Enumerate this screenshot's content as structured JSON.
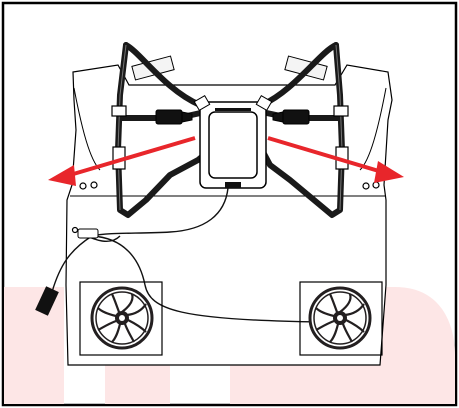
{
  "figure": {
    "description_icons": [
      "vest-outline",
      "harness-straps",
      "battery-pack",
      "cooling-fan",
      "power-cable",
      "arrow-outward"
    ],
    "colors": {
      "frame": "#000000",
      "vest_outline": "#000000",
      "strap": "#1a1a1a",
      "strap_light": "#f2f2f2",
      "arrow": "#e8262b",
      "watermark": "#fde6e6",
      "fan": "#231f20",
      "background": "#ffffff"
    }
  }
}
